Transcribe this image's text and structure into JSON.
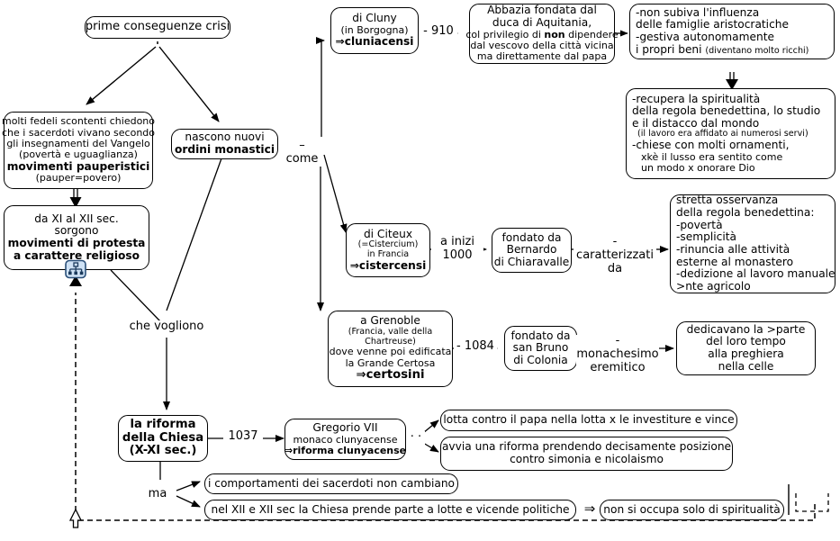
{
  "diagram": {
    "title": "prime conseguenze crisi",
    "language": "it",
    "nodes": {
      "root": {
        "l1": "prime conseguenze crisi"
      },
      "pauperistici": {
        "l1": "molti fedeli scontenti chiedono",
        "l2": "che i sacerdoti vivano secondo",
        "l3": "gli insegnamenti del Vangelo",
        "l4": "(povertà e uguaglianza)",
        "l5": "movimenti pauperistici",
        "l6": "(pauper=povero)"
      },
      "protesta": {
        "l1": "da XI al XII sec.",
        "l2": "sorgono",
        "l3": "movimenti di protesta",
        "l4": "a carattere religioso"
      },
      "ordini": {
        "l1": "nascono nuovi",
        "l2": "ordini monastici"
      },
      "cluny": {
        "l1": "di Cluny",
        "l2": "(in Borgogna)",
        "l3": "⇒cluniacensi"
      },
      "abbazia": {
        "l1": "Abbazia fondata dal",
        "l2": "duca di Aquitania,",
        "l3a": "col privilegio di ",
        "l3b": "non",
        "l3c": " dipendere",
        "l4": "dal vescovo della città vicina",
        "l5": "ma direttamente dal papa"
      },
      "cluny_esiti": {
        "l1": "-non subiva l'influenza",
        "l2": "delle famiglie aristocratiche",
        "l3": "-gestiva autonomamente",
        "l4a": "i propri beni ",
        "l4b": "(diventano molto ricchi)"
      },
      "cluny_spirit": {
        "l1": "-recupera la spiritualità",
        "l2": " della regola benedettina, lo studio",
        "l3": "e il distacco dal mondo",
        "l4": "(il lavoro era affidato ai numerosi servi)",
        "l5": "-chiese con molti ornamenti,",
        "l6": "xkè il lusso era sentito come",
        "l7": "un modo x onorare Dio"
      },
      "citeux": {
        "l1": "di Citeux",
        "l2": "(=Cistercium)",
        "l3": "in Francia",
        "l4": "⇒cistercensi"
      },
      "bernardo": {
        "l1": "fondato da",
        "l2": "Bernardo",
        "l3": "di Chiaravalle"
      },
      "cistercensi_car": {
        "l1": "stretta osservanza",
        "l2": "della regola benedettina:",
        "l3": "-povertà",
        "l4": "-semplicità",
        "l5": "-rinuncia alle attività",
        "l6": " esterne al monastero",
        "l7": "-dedizione al lavoro manuale",
        "l8": " >nte agricolo"
      },
      "grenoble": {
        "l1": "a Grenoble",
        "l2": "(Francia, valle della",
        "l3": "Chartreuse)",
        "l4": "dove venne poi edificata",
        "l5": "la Grande Certosa",
        "l6": "⇒certosini"
      },
      "bruno": {
        "l1": "fondato da",
        "l2": "san Bruno",
        "l3": "di Colonia"
      },
      "certosini_vita": {
        "l1": "dedicavano la >parte",
        "l2": "del loro tempo",
        "l3": "alla preghiera",
        "l4": "nella celle"
      },
      "riforma": {
        "l1": "la riforma",
        "l2": "della Chiesa",
        "l3": "(X-XI sec.)"
      },
      "gregorio": {
        "l1": "Gregorio VII",
        "l2": "monaco clunyacense",
        "l3": "⇒riforma clunyacense"
      },
      "investiture": {
        "l1": "lotta contro il papa nella lotta x le investiture e vince"
      },
      "simonia": {
        "l1": "avvia una riforma prendendo decisamente posizione",
        "l2": "contro simonia e nicolaismo"
      },
      "comportamenti": {
        "l1": "i comportamenti dei sacerdoti non cambiano"
      },
      "lotte": {
        "l1": "nel XII e XII sec la Chiesa prende parte a lotte e vicende politiche"
      },
      "spiritualita": {
        "l1": "non si occupa solo di spiritualità"
      }
    },
    "edge_labels": {
      "come": "– come",
      "che_vogliono": "che vogliono",
      "anno_910": "- 910",
      "a_inizi_1000": "a inizi\n1000",
      "caratterizzati_da": "- caratterizzati\nda",
      "anno_1084": "- 1084",
      "monachesimo_eremitico": "- monachesimo\neremitico",
      "anno_1037": "1037",
      "ma": "ma",
      "implica": "⇒",
      "implica2": "⇒",
      "dots": "· ·"
    },
    "icons": {
      "subtopic_badge": "hierarchy-icon"
    },
    "colors": {
      "stroke": "#000000",
      "background": "#ffffff",
      "badge_fill": "#c8dcf0",
      "badge_stroke": "#2a4f78"
    }
  }
}
